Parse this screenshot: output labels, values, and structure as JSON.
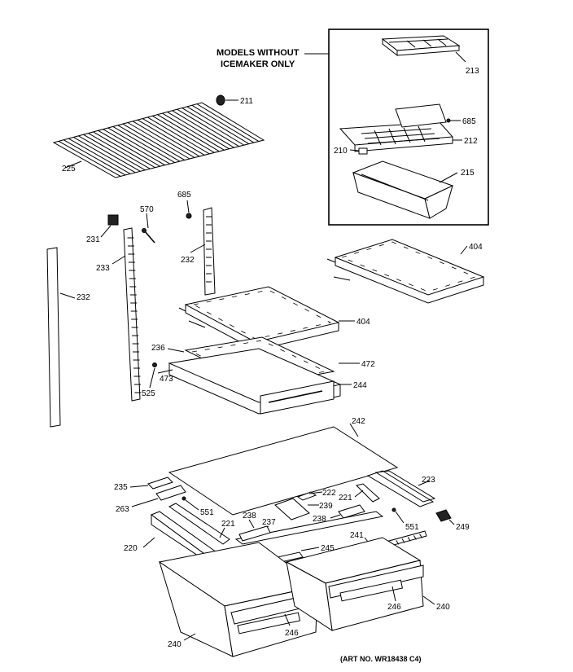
{
  "header_note": [
    "MODELS WITHOUT",
    "ICEMAKER ONLY"
  ],
  "art_number": "(ART NO. WR18438 C4)",
  "labels": {
    "p213": "213",
    "p211": "211",
    "p685a": "685",
    "p212": "212",
    "p210": "210",
    "p215": "215",
    "p225": "225",
    "p685b": "685",
    "p570": "570",
    "p231": "231",
    "p233": "233",
    "p232a": "232",
    "p232b": "232",
    "p404a": "404",
    "p404b": "404",
    "p236": "236",
    "p472": "472",
    "p473": "473",
    "p525": "525",
    "p244": "244",
    "p242": "242",
    "p235": "235",
    "p223": "223",
    "p263": "263",
    "p222": "222",
    "p221a": "221",
    "p239": "239",
    "p551a": "551",
    "p221b": "221",
    "p238a": "238",
    "p237": "237",
    "p238b": "238",
    "p551b": "551",
    "p249": "249",
    "p220": "220",
    "p241": "241",
    "p245": "245",
    "p246a": "246",
    "p240a": "240",
    "p246b": "246",
    "p240b": "240"
  }
}
